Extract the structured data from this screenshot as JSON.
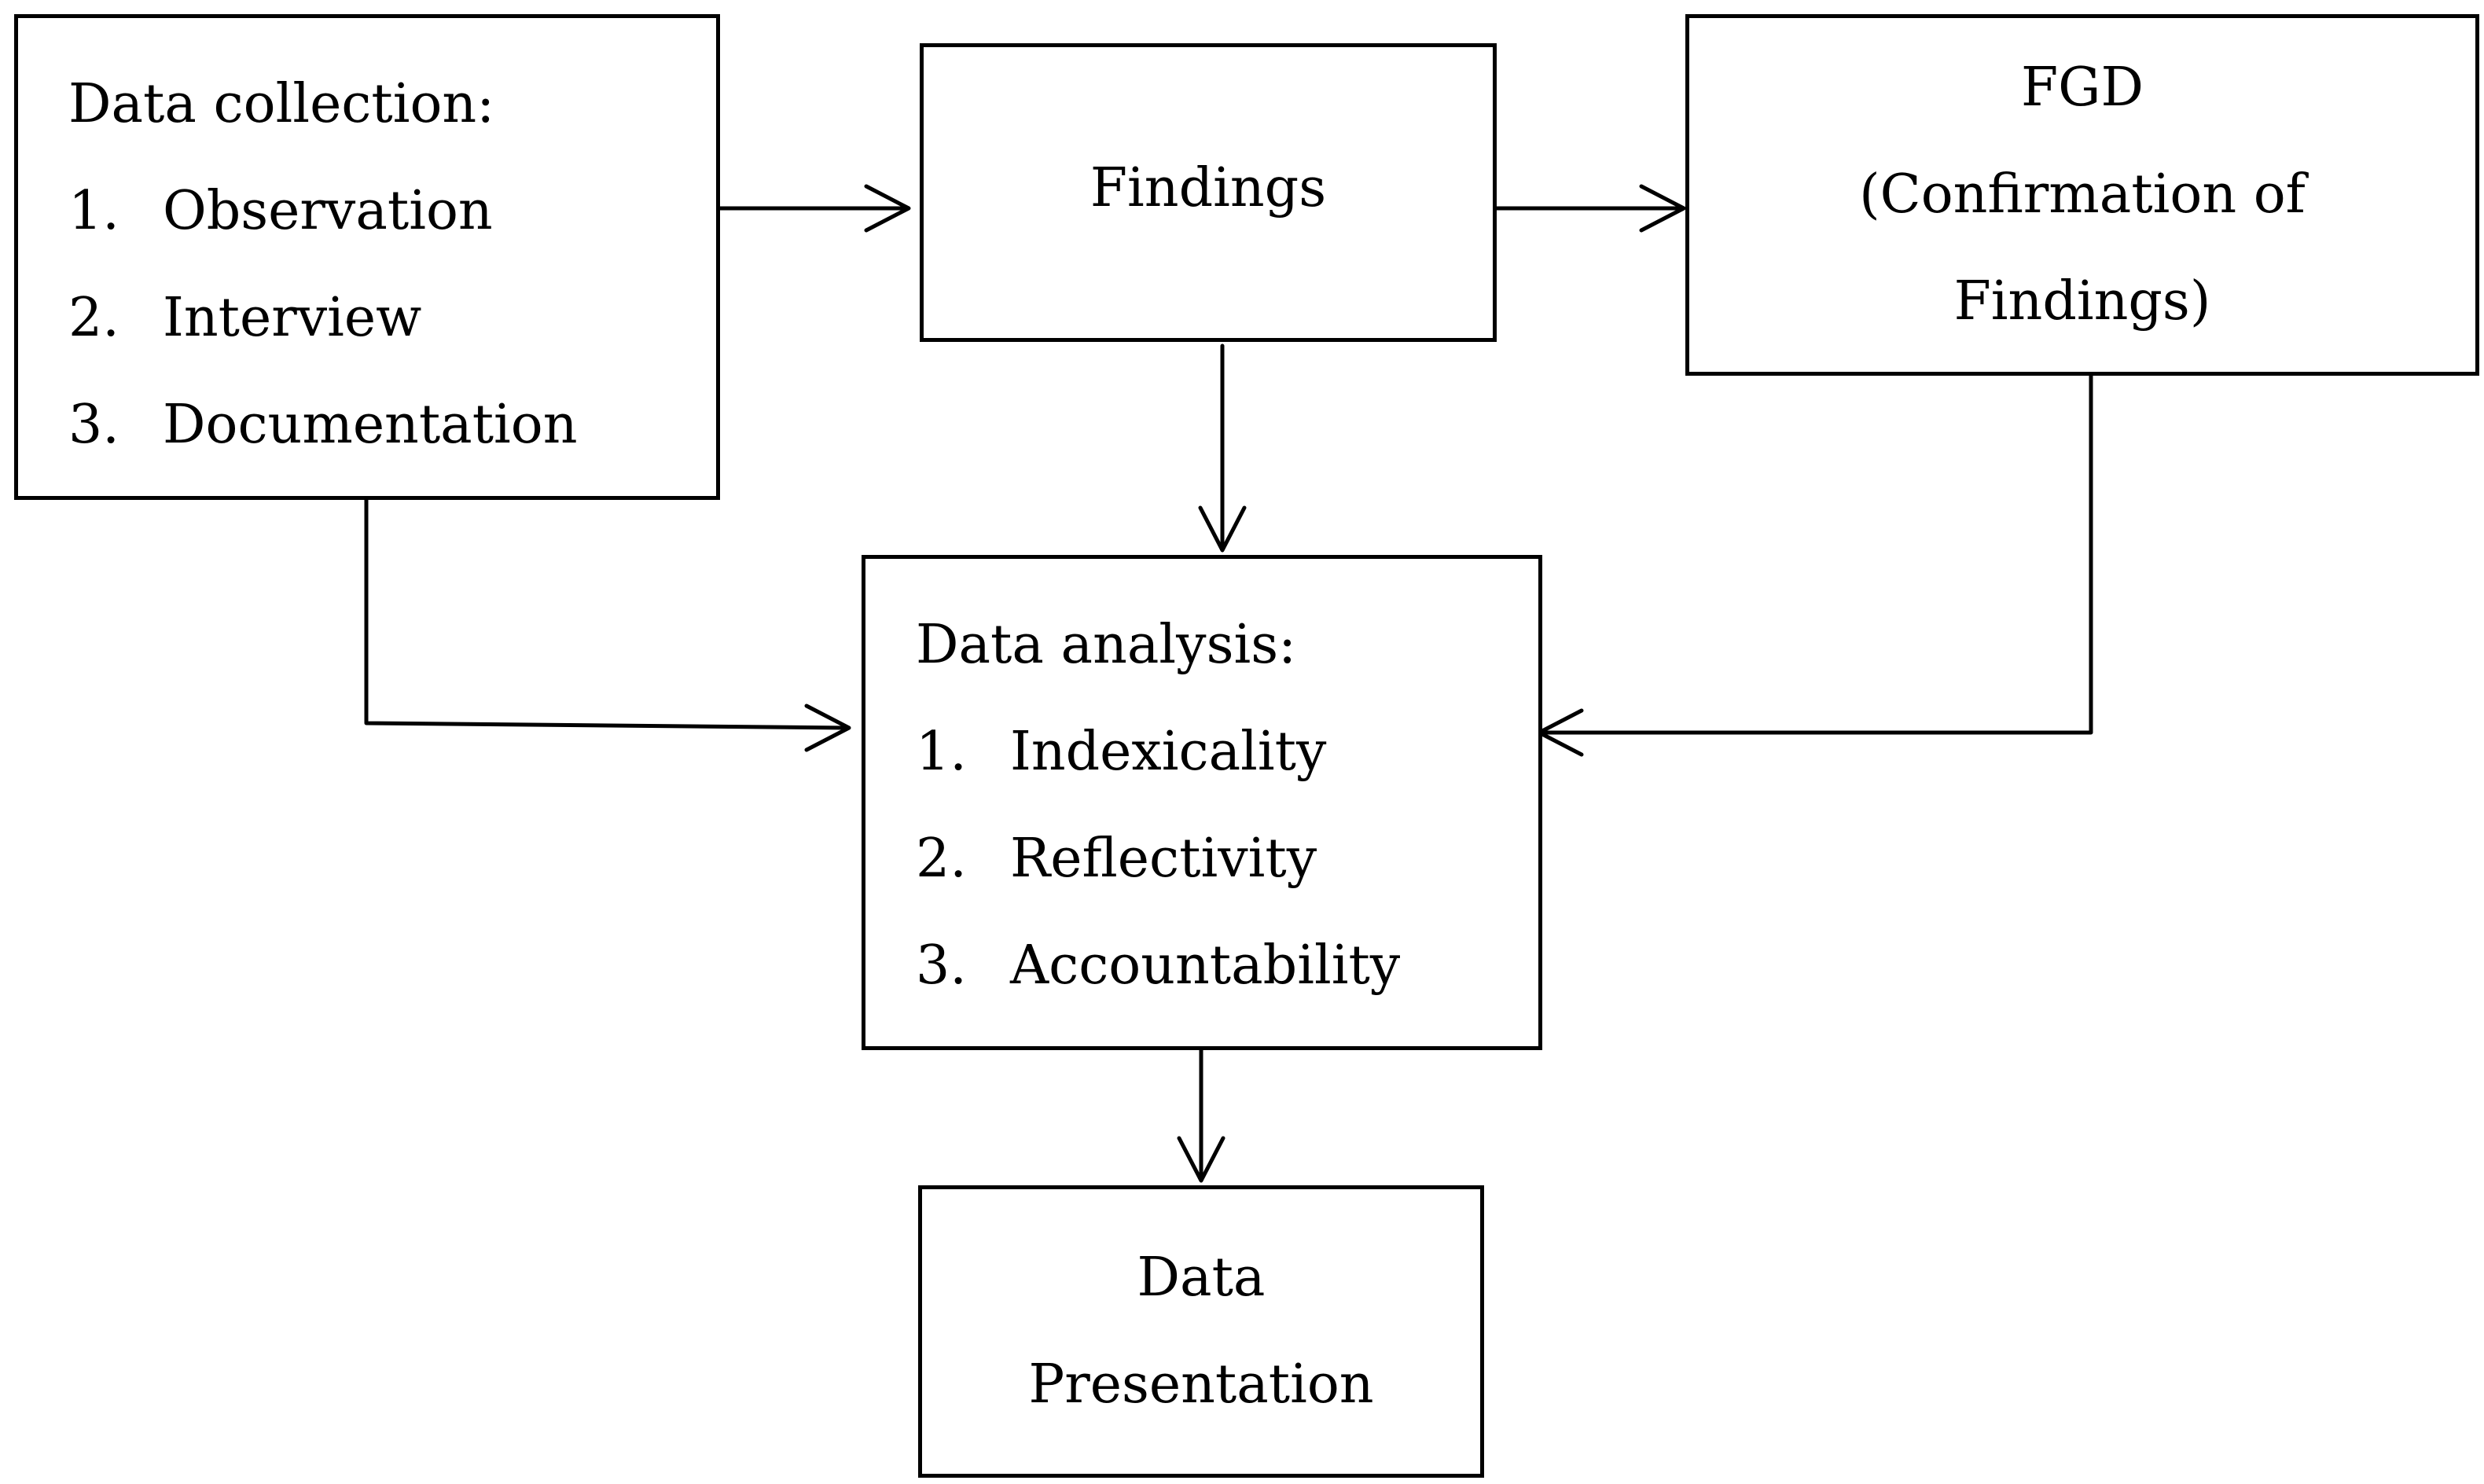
{
  "data_collection": {
    "heading": "Data collection:",
    "items": [
      {
        "num": "1.",
        "label": "Observation"
      },
      {
        "num": "2.",
        "label": "Interview"
      },
      {
        "num": "3.",
        "label": "Documentation"
      }
    ]
  },
  "findings": {
    "label": "Findings"
  },
  "fgd": {
    "lines": [
      "FGD",
      "(Confirmation of",
      "Findings)"
    ]
  },
  "data_analysis": {
    "heading": "Data analysis:",
    "items": [
      {
        "num": "1.",
        "label": "Indexicality"
      },
      {
        "num": "2.",
        "label": "Reflectivity"
      },
      {
        "num": "3.",
        "label": "Accountability"
      }
    ]
  },
  "data_presentation": {
    "lines": [
      "Data",
      "Presentation"
    ]
  }
}
